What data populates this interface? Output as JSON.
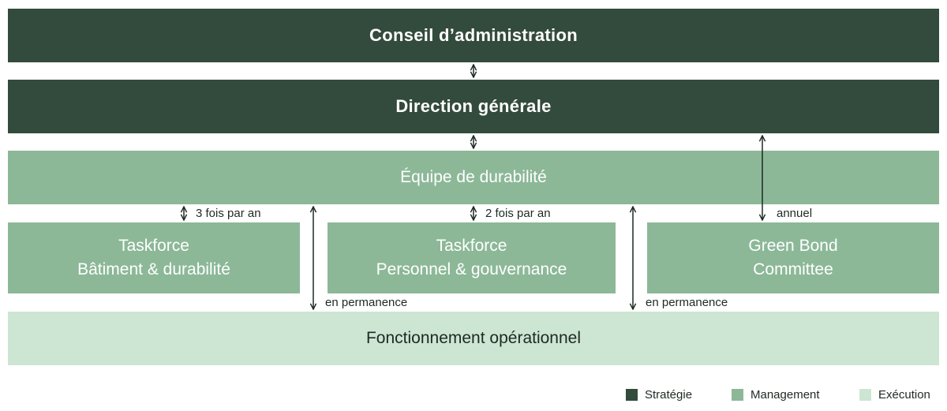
{
  "boxes": {
    "board": "Conseil d’administration",
    "management": "Direction générale",
    "sustainability_team": "Équipe de durabilité",
    "taskforce_building": {
      "line1": "Taskforce",
      "line2": "Bâtiment & durabilité"
    },
    "taskforce_people": {
      "line1": "Taskforce",
      "line2": "Personnel & gouvernance"
    },
    "green_bond": {
      "line1": "Green Bond",
      "line2": "Committee"
    },
    "operations": "Fonctionnement opérationnel"
  },
  "frequencies": {
    "building": "3 fois par an",
    "people": "2 fois par an",
    "green_bond": "annuel",
    "permanent_left": "en permanence",
    "permanent_right": "en permanence"
  },
  "legend": [
    {
      "label": "Stratégie",
      "color": "#334b3c"
    },
    {
      "label": "Management",
      "color": "#8cb898"
    },
    {
      "label": "Exécution",
      "color": "#cde5d3"
    }
  ],
  "colors": {
    "strategy": "#334b3c",
    "management": "#8cb898",
    "execution": "#cde5d3",
    "arrow": "#1e2a22"
  }
}
